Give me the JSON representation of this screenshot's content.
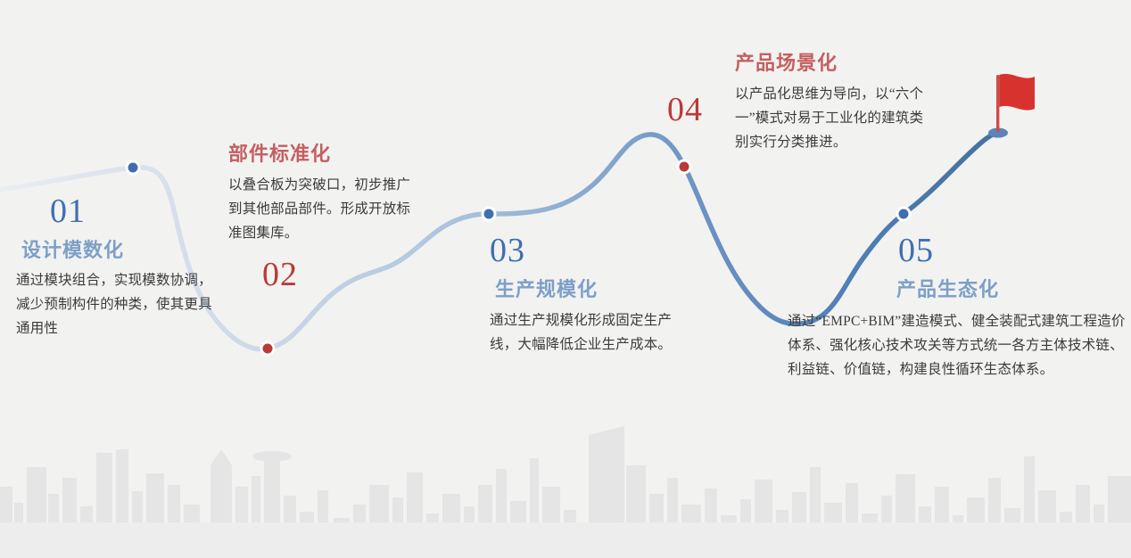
{
  "background_color": "#f2f2f1",
  "colors": {
    "number_blue": "#3f6fb0",
    "number_red": "#b93a38",
    "title_blue": "#7d9fc8",
    "title_red": "#c4605f",
    "body_text": "#3b3b3b",
    "curve_start": "#dfe5ec",
    "curve_end": "#4a7ab5",
    "flag_red": "#d8322f",
    "skyline_grey": "#e4e4e4"
  },
  "steps": [
    {
      "number": "01",
      "title": "设计模数化",
      "body": "通过模块组合，实现模数协调，减少预制构件的种类，使其更具通用性",
      "number_color": "blue",
      "title_color": "blue",
      "marker_color": "blue"
    },
    {
      "number": "02",
      "title": "部件标准化",
      "body": "以叠合板为突破口，初步推广到其他部品部件。形成开放标准图集库。",
      "number_color": "red",
      "title_color": "red",
      "marker_color": "red"
    },
    {
      "number": "03",
      "title": "生产规模化",
      "body": "通过生产规模化形成固定生产线，大幅降低企业生产成本。",
      "number_color": "blue",
      "title_color": "blue",
      "marker_color": "blue"
    },
    {
      "number": "04",
      "title": "产品场景化",
      "body": "以产品化思维为导向，以“六个一”模式对易于工业化的建筑类别实行分类推进。",
      "number_color": "red",
      "title_color": "red",
      "marker_color": "red"
    },
    {
      "number": "05",
      "title": "产品生态化",
      "body": "通过“EMPC+BIM”建造模式、健全装配式建筑工程造价体系、强化核心技术攻关等方式统一各方主体技术链、利益链、价值链，构建良性循环生态体系。",
      "number_color": "blue",
      "title_color": "blue",
      "marker_color": "blue"
    }
  ],
  "icons": {
    "flag": "flag-icon",
    "skyline": "city-skyline-icon"
  }
}
